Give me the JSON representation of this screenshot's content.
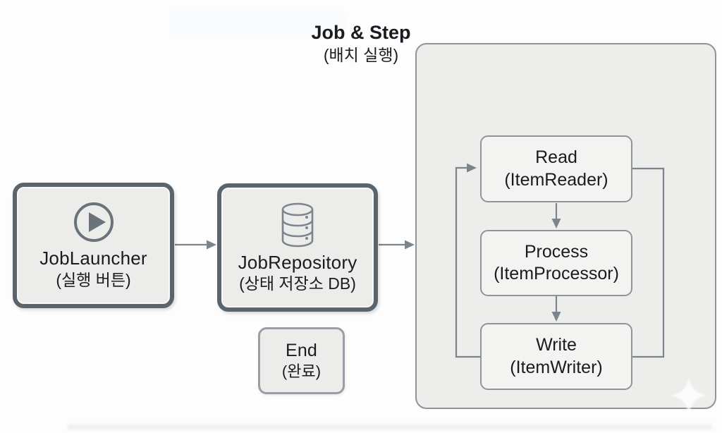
{
  "colors": {
    "thick_border": "#5a646c",
    "thick_fill": "#ecedeb",
    "container_border": "#8d959b",
    "container_fill": "#ededeb",
    "inner_border": "#8e969c",
    "inner_fill": "#f3f4f2",
    "end_border": "#989ea4",
    "line": "#7d858c",
    "text": "#181c21"
  },
  "nodes": {
    "job_launcher": {
      "title": "JobLauncher",
      "subtitle": "(실행 버튼)"
    },
    "job_repository": {
      "title": "JobRepository",
      "subtitle": "(상태 저장소 DB)"
    },
    "end": {
      "title": "End",
      "subtitle": "(완료)"
    },
    "job_step": {
      "title": "Job & Step",
      "subtitle": "(배치 실행)"
    },
    "read": {
      "title": "Read",
      "subtitle": "(ItemReader)"
    },
    "process": {
      "title": "Process",
      "subtitle": "(ItemProcessor)"
    },
    "write": {
      "title": "Write",
      "subtitle": "(ItemWriter)"
    }
  },
  "icons": [
    "play-icon",
    "database-icon",
    "sparkle-watermark"
  ]
}
